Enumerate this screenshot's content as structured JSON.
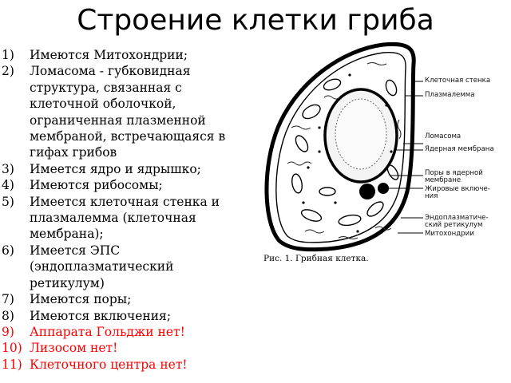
{
  "title": "Строение клетки гриба",
  "items": [
    {
      "num": "1)",
      "text": "Имеются Митохондрии;",
      "color": "#000000"
    },
    {
      "num": "2)",
      "text": "Ломасома - губковидная структура, связанная с клеточной оболочкой, ограниченная плазменной мембраной, встречающаяся в гифах грибов",
      "color": "#000000"
    },
    {
      "num": "3)",
      "text": "Имеется ядро и ядрышко;",
      "color": "#000000"
    },
    {
      "num": "4)",
      "text": "Имеются рибосомы;",
      "color": "#000000"
    },
    {
      "num": "5)",
      "text": "Имеется клеточная стенка и плазмалемма (клеточная мембрана);",
      "color": "#000000"
    },
    {
      "num": "6)",
      "text": "Имеется ЭПС (эндоплазматический ретикулум)",
      "color": "#000000"
    },
    {
      "num": "7)",
      "text": "Имеются поры;",
      "color": "#000000"
    },
    {
      "num": "8)",
      "text": "Имеются включения;",
      "color": "#000000"
    },
    {
      "num": "9)",
      "text": "Аппарата Гольджи нет!",
      "color": "#ff0000"
    },
    {
      "num": "10)",
      "text": "Лизосом нет!",
      "color": "#ff0000"
    },
    {
      "num": "11)",
      "text": "Клеточного центра нет!",
      "color": "#ff0000"
    }
  ],
  "figure": {
    "labels": {
      "cell_wall": "Клеточная стенка",
      "plasmalemma": "Плазмалемма",
      "lomasome": "Ломасома",
      "nuclear_membrane": "Ядерная мембрана",
      "pores_line1": "Поры в ядерной",
      "pores_line2": "мембране",
      "lipid_line1": "Жировые включе-",
      "lipid_line2": "ния",
      "er_line1": "Эндоплазматиче-",
      "er_line2": "ский ретикулум",
      "mitochondria": "Митохондрии"
    },
    "caption": "Рис. 1. Грибная клетка."
  }
}
